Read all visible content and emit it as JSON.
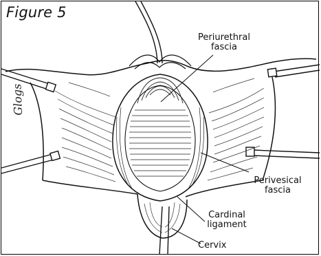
{
  "figure": {
    "title": "Figure 5",
    "signature": "Glogs"
  },
  "labels": {
    "periurethral_line1": "Periurethral",
    "periurethral_line2": "fascia",
    "perivesical_line1": "Perivesical",
    "perivesical_line2": "fascia",
    "cardinal_line1": "Cardinal",
    "cardinal_line2": "ligament",
    "cervix": "Cervix"
  }
}
